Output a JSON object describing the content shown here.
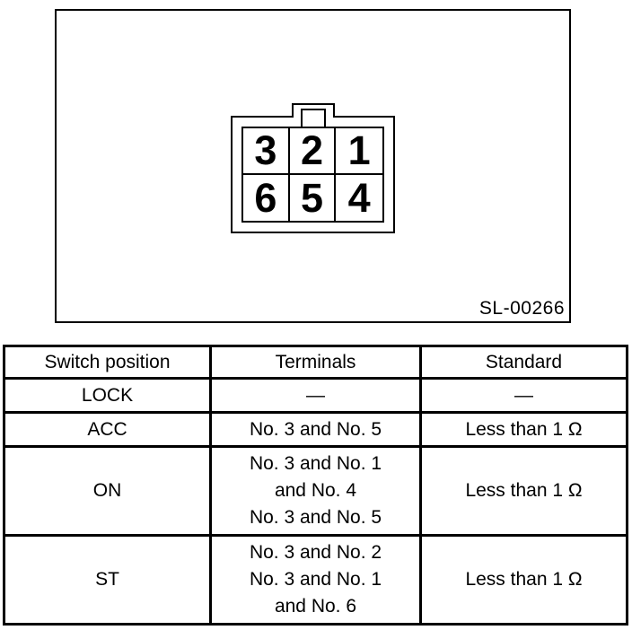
{
  "colors": {
    "ink": "#000000",
    "paper": "#ffffff"
  },
  "figure": {
    "label": "SL-00266",
    "connector": {
      "pins": [
        "3",
        "2",
        "1",
        "6",
        "5",
        "4"
      ]
    }
  },
  "table": {
    "headers": [
      "Switch position",
      "Terminals",
      "Standard"
    ],
    "rows": [
      {
        "switch_position": "LOCK",
        "terminals": "—",
        "standard": "—"
      },
      {
        "switch_position": "ACC",
        "terminals": "No. 3 and No. 5",
        "standard": "Less than 1 Ω"
      },
      {
        "switch_position": "ON",
        "terminals": "No. 3 and No. 1\nand No. 4\nNo. 3 and No. 5",
        "standard": "Less than 1 Ω"
      },
      {
        "switch_position": "ST",
        "terminals": "No. 3 and No. 2\nNo. 3 and No. 1\nand No. 6",
        "standard": "Less than 1 Ω"
      }
    ]
  }
}
